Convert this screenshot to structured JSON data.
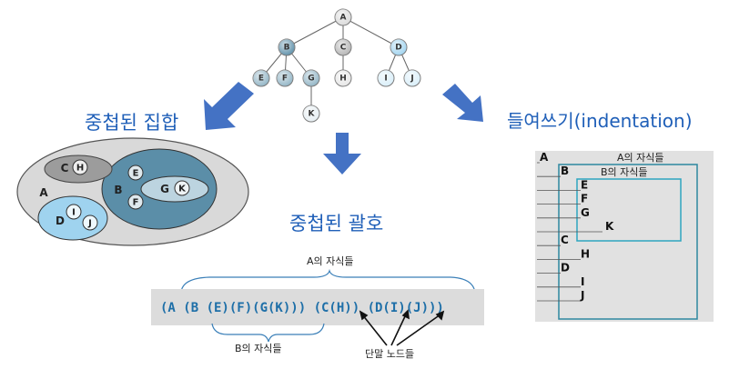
{
  "tree": {
    "nodes": [
      {
        "id": "A",
        "label": "A",
        "fill": "#d9d9d9"
      },
      {
        "id": "B",
        "label": "B",
        "fill": "#5b8ea8"
      },
      {
        "id": "C",
        "label": "C",
        "fill": "#b3b3b3"
      },
      {
        "id": "D",
        "label": "D",
        "fill": "#9fd3ef"
      },
      {
        "id": "E",
        "label": "E",
        "fill": "#8fb3c4"
      },
      {
        "id": "F",
        "label": "F",
        "fill": "#8fb3c4"
      },
      {
        "id": "G",
        "label": "G",
        "fill": "#8fb3c4"
      },
      {
        "id": "H",
        "label": "H",
        "fill": "#e6e6e6"
      },
      {
        "id": "I",
        "label": "I",
        "fill": "#d8eef9"
      },
      {
        "id": "J",
        "label": "J",
        "fill": "#d8eef9"
      },
      {
        "id": "K",
        "label": "K",
        "fill": "#e6eef2"
      }
    ],
    "edges": [
      [
        "A",
        "B"
      ],
      [
        "A",
        "C"
      ],
      [
        "A",
        "D"
      ],
      [
        "B",
        "E"
      ],
      [
        "B",
        "F"
      ],
      [
        "B",
        "G"
      ],
      [
        "C",
        "H"
      ],
      [
        "D",
        "I"
      ],
      [
        "D",
        "J"
      ],
      [
        "G",
        "K"
      ]
    ]
  },
  "sets": {
    "title": "중첩된 집합",
    "labels": {
      "A": "A",
      "B": "B",
      "C": "C",
      "D": "D",
      "E": "E",
      "F": "F",
      "G": "G",
      "H": "H",
      "I": "I",
      "J": "J",
      "K": "K"
    }
  },
  "parens": {
    "title": "중첩된 괄호",
    "expression": "(A (B (E)(F)(G(K))) (C(H)) (D(I)(J)))",
    "top_label": "A의 자식들",
    "b_label": "B의 자식들",
    "leaf_label": "단말 노드들"
  },
  "indent": {
    "title": "들여쓰기(indentation)",
    "a_children_label": "A의 자식들",
    "b_children_label": "B의 자식들",
    "rows": [
      "A",
      "B",
      "E",
      "F",
      "G",
      "K",
      "C",
      "H",
      "D",
      "I",
      "J"
    ]
  },
  "colors": {
    "arrow": "#4472c4",
    "title": "#1f5fb8",
    "frame": "#2e87a0"
  }
}
